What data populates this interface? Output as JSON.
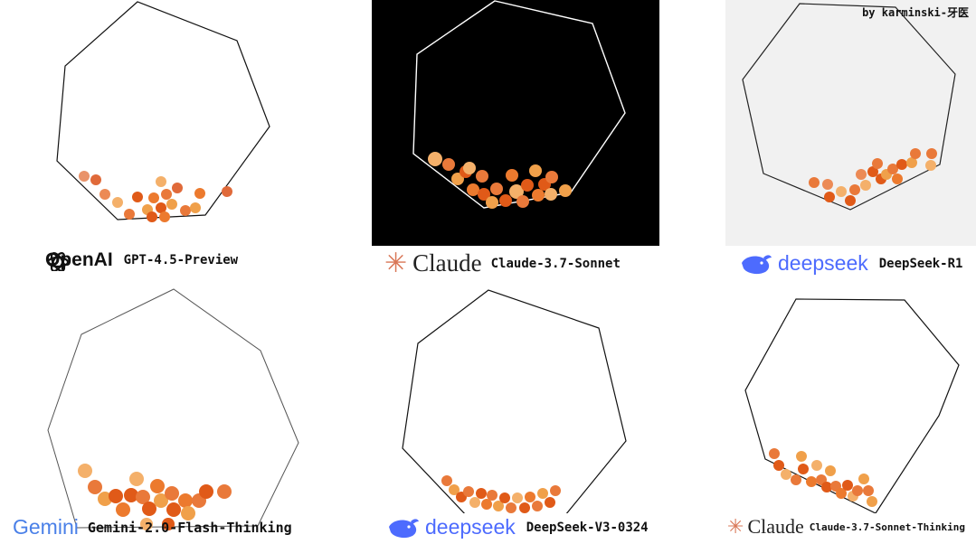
{
  "credit": "by karminski-牙医",
  "panels": [
    {
      "brand": "OpenAI",
      "brand_icon": "openai-logo-icon",
      "model": "GPT-4.5-Preview",
      "background": "#ffffff",
      "stroke": "#111111"
    },
    {
      "brand": "Claude",
      "brand_icon": "claude-asterisk-icon",
      "model": "Claude-3.7-Sonnet",
      "background": "#000000",
      "stroke": "#ffffff"
    },
    {
      "brand": "deepseek",
      "brand_icon": "deepseek-whale-icon",
      "model": "DeepSeek-R1",
      "background": "#f1f1f1",
      "stroke": "#222222"
    },
    {
      "brand": "Gemini",
      "brand_icon": "gemini-logo-icon",
      "model": "Gemini-2.0-Flash-Thinking",
      "background": "#ffffff",
      "stroke": "#555555"
    },
    {
      "brand": "deepseek",
      "brand_icon": "deepseek-whale-icon",
      "model": "DeepSeek-V3-0324",
      "background": "#ffffff",
      "stroke": "#111111"
    },
    {
      "brand": "Claude",
      "brand_icon": "claude-asterisk-icon",
      "model": "Claude-3.7-Sonnet-Thinking",
      "background": "#ffffff",
      "stroke": "#111111"
    }
  ],
  "colors": {
    "ball_dark": "#e05a18",
    "ball_mid": "#ec7a2e",
    "ball_light": "#f4b06a",
    "claude_orange": "#d97757",
    "deepseek_blue": "#4d6bfe"
  }
}
